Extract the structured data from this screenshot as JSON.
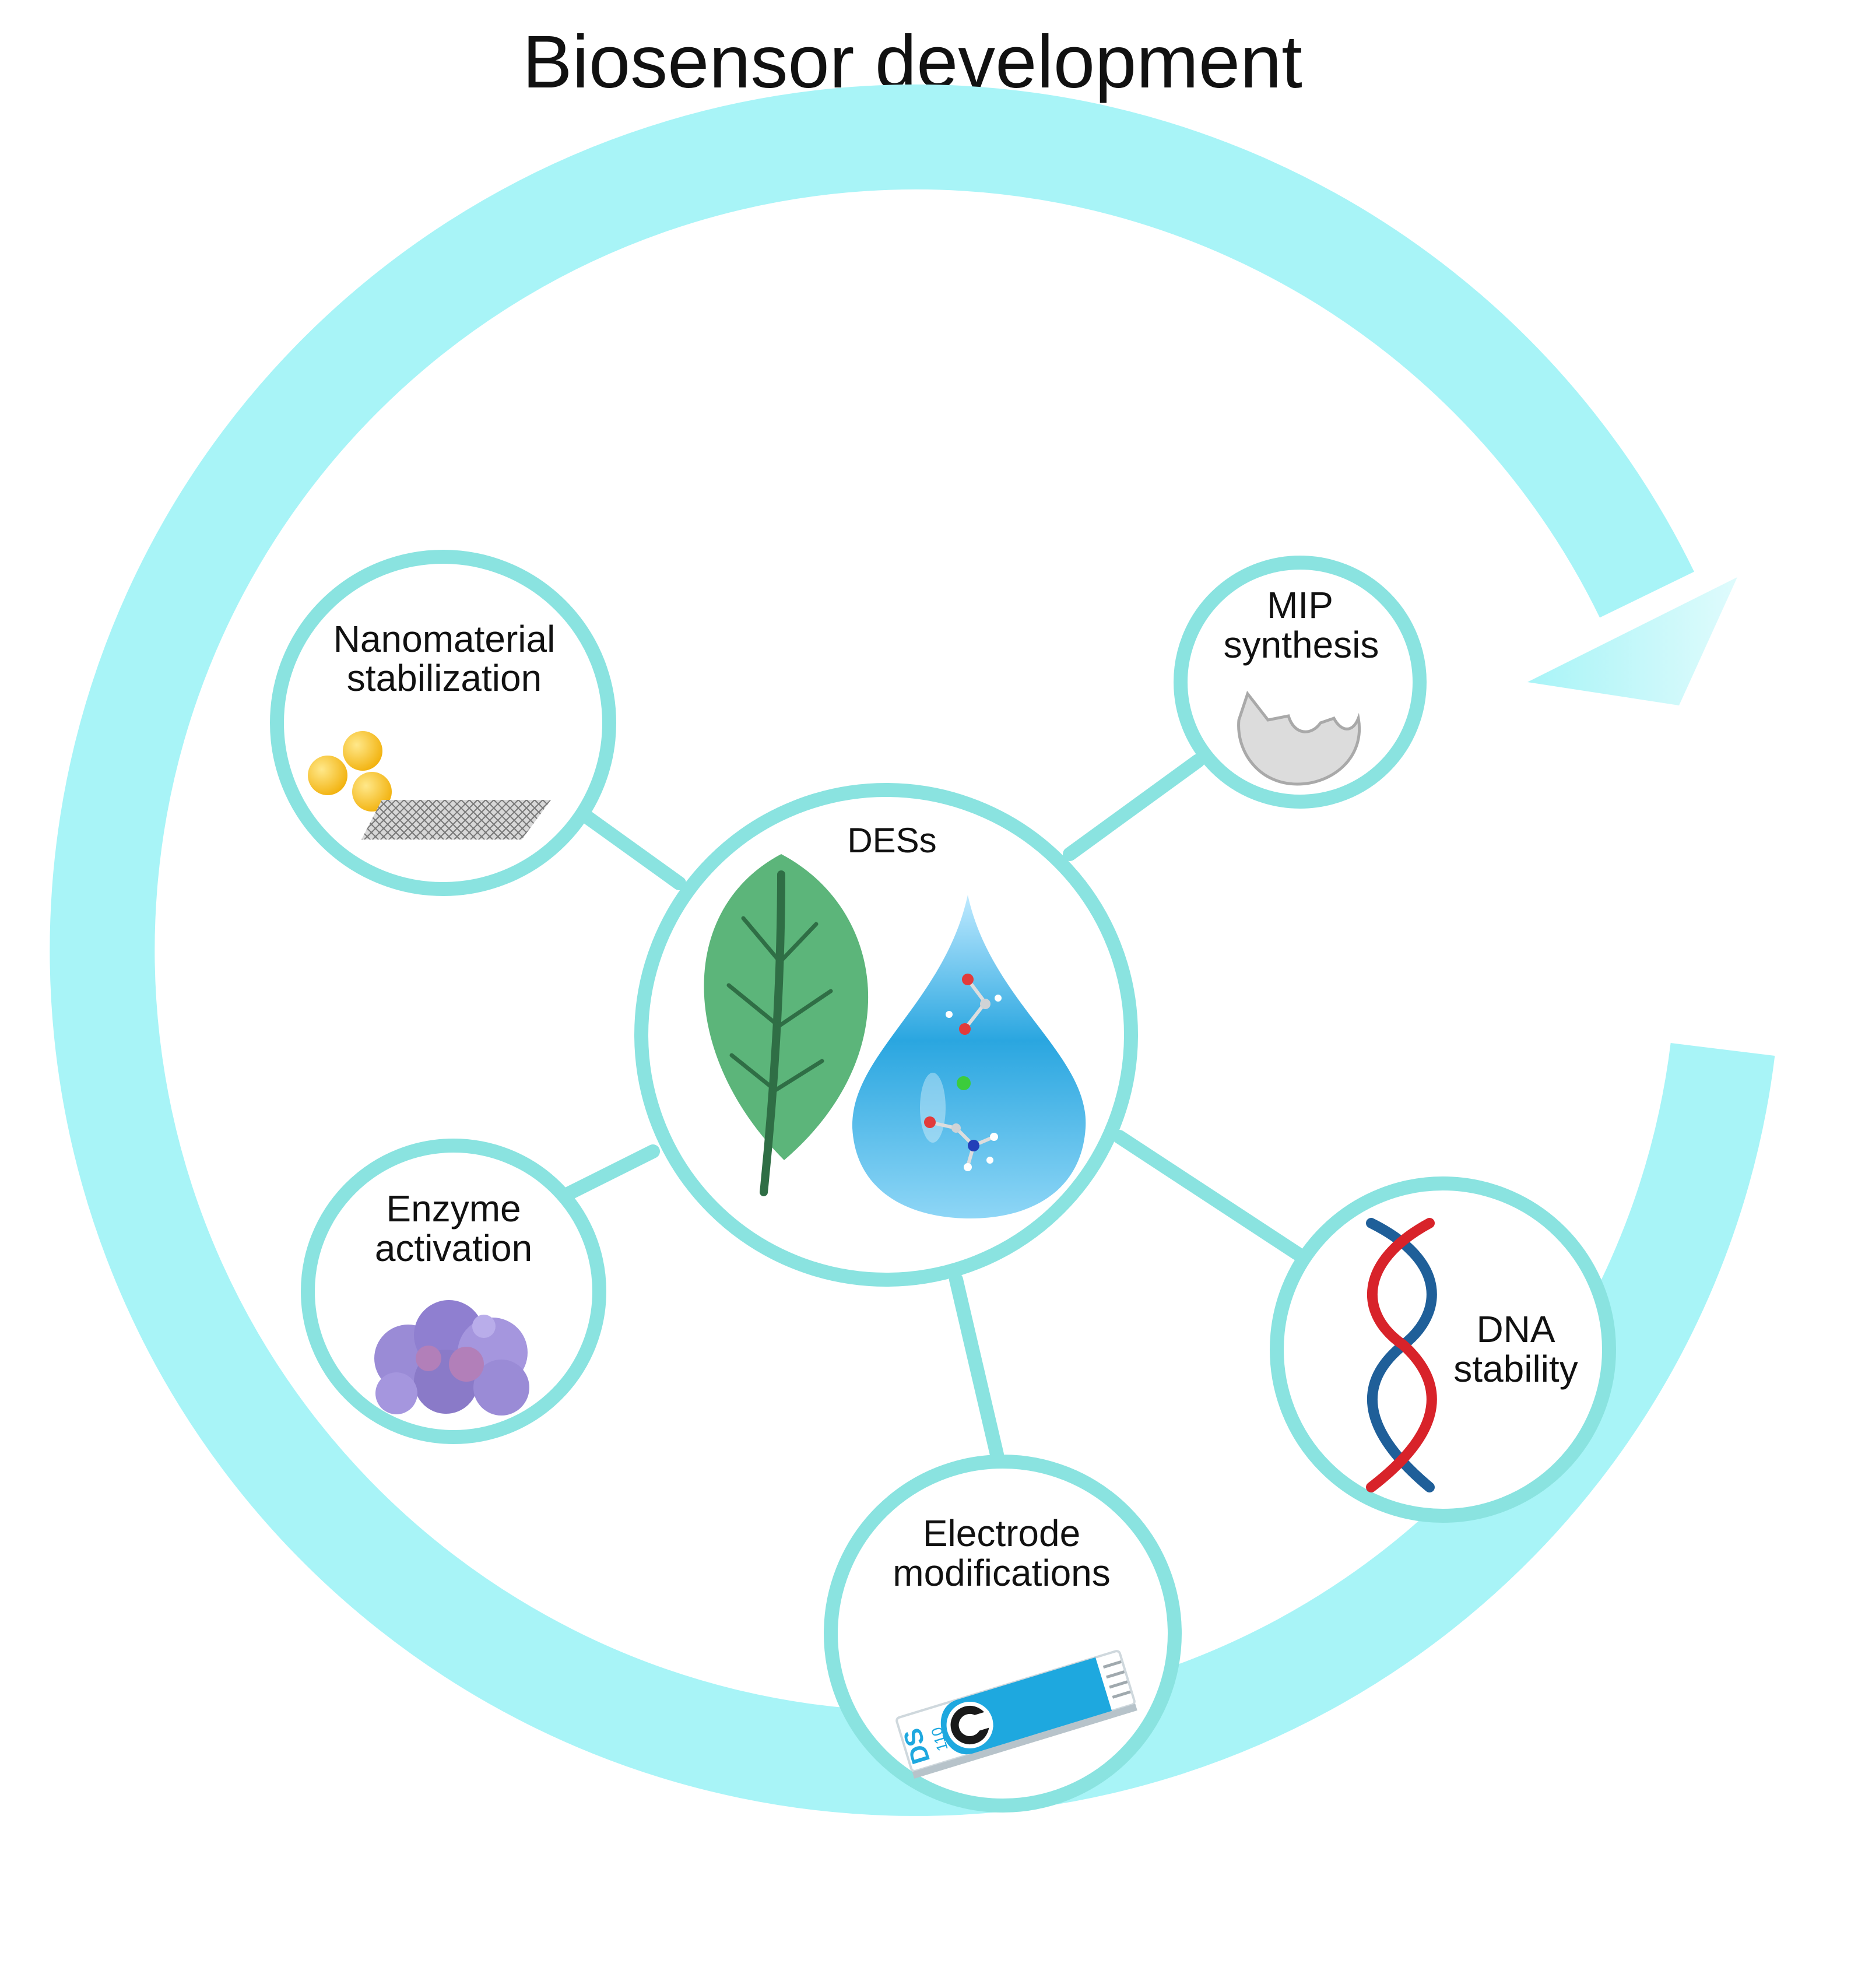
{
  "title": "Biosensor development",
  "center": {
    "label": "DESs"
  },
  "nodes": {
    "nanomaterial": {
      "line1": "Nanomaterial",
      "line2": "stabilization"
    },
    "mip": {
      "line1": "MIP",
      "line2": "synthesis"
    },
    "enzyme": {
      "line1": "Enzyme",
      "line2": "activation"
    },
    "dna": {
      "line1": "DNA",
      "line2": "stability"
    },
    "electrode": {
      "line1": "Electrode",
      "line2": "modifications"
    }
  },
  "strip": {
    "brand": "DS",
    "number": "110"
  },
  "colors": {
    "cycle_arrow": "#a8f4f7",
    "ring_outline": "#8ae3e0",
    "leaf": "#5cb57a",
    "leaf_vein": "#2f6e45",
    "droplet": "#2aa6e0",
    "nanoparticle": "#f4c21c",
    "enzyme": "#9a8bd6",
    "dna_red": "#d8232a",
    "dna_blue": "#1f5f99",
    "strip_blue": "#1ea8df"
  }
}
